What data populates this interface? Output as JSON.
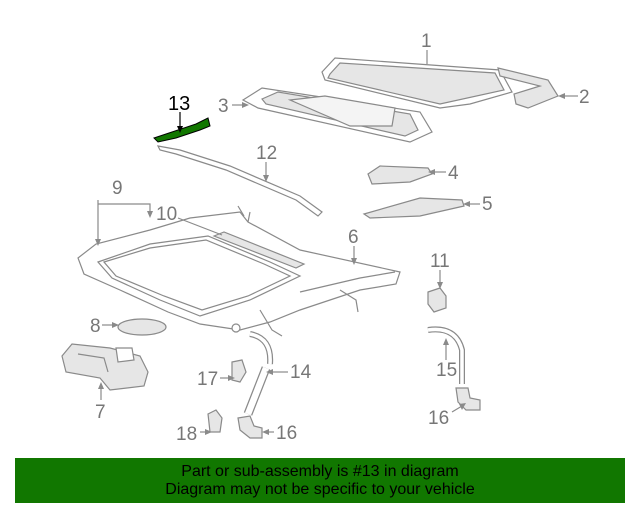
{
  "callouts": {
    "c1": "1",
    "c2": "2",
    "c3": "3",
    "c4": "4",
    "c5": "5",
    "c6": "6",
    "c7": "7",
    "c8": "8",
    "c9": "9",
    "c10": "10",
    "c11": "11",
    "c12": "12",
    "c13": "13",
    "c14": "14",
    "c15": "15",
    "c16a": "16",
    "c16b": "16",
    "c17": "17",
    "c18": "18"
  },
  "highlight": {
    "part": "13",
    "color": "#117700"
  },
  "banner": {
    "line1": "Part or sub-assembly is #13 in diagram",
    "line2": "Diagram may not be specific to your vehicle",
    "background": "#117700"
  }
}
